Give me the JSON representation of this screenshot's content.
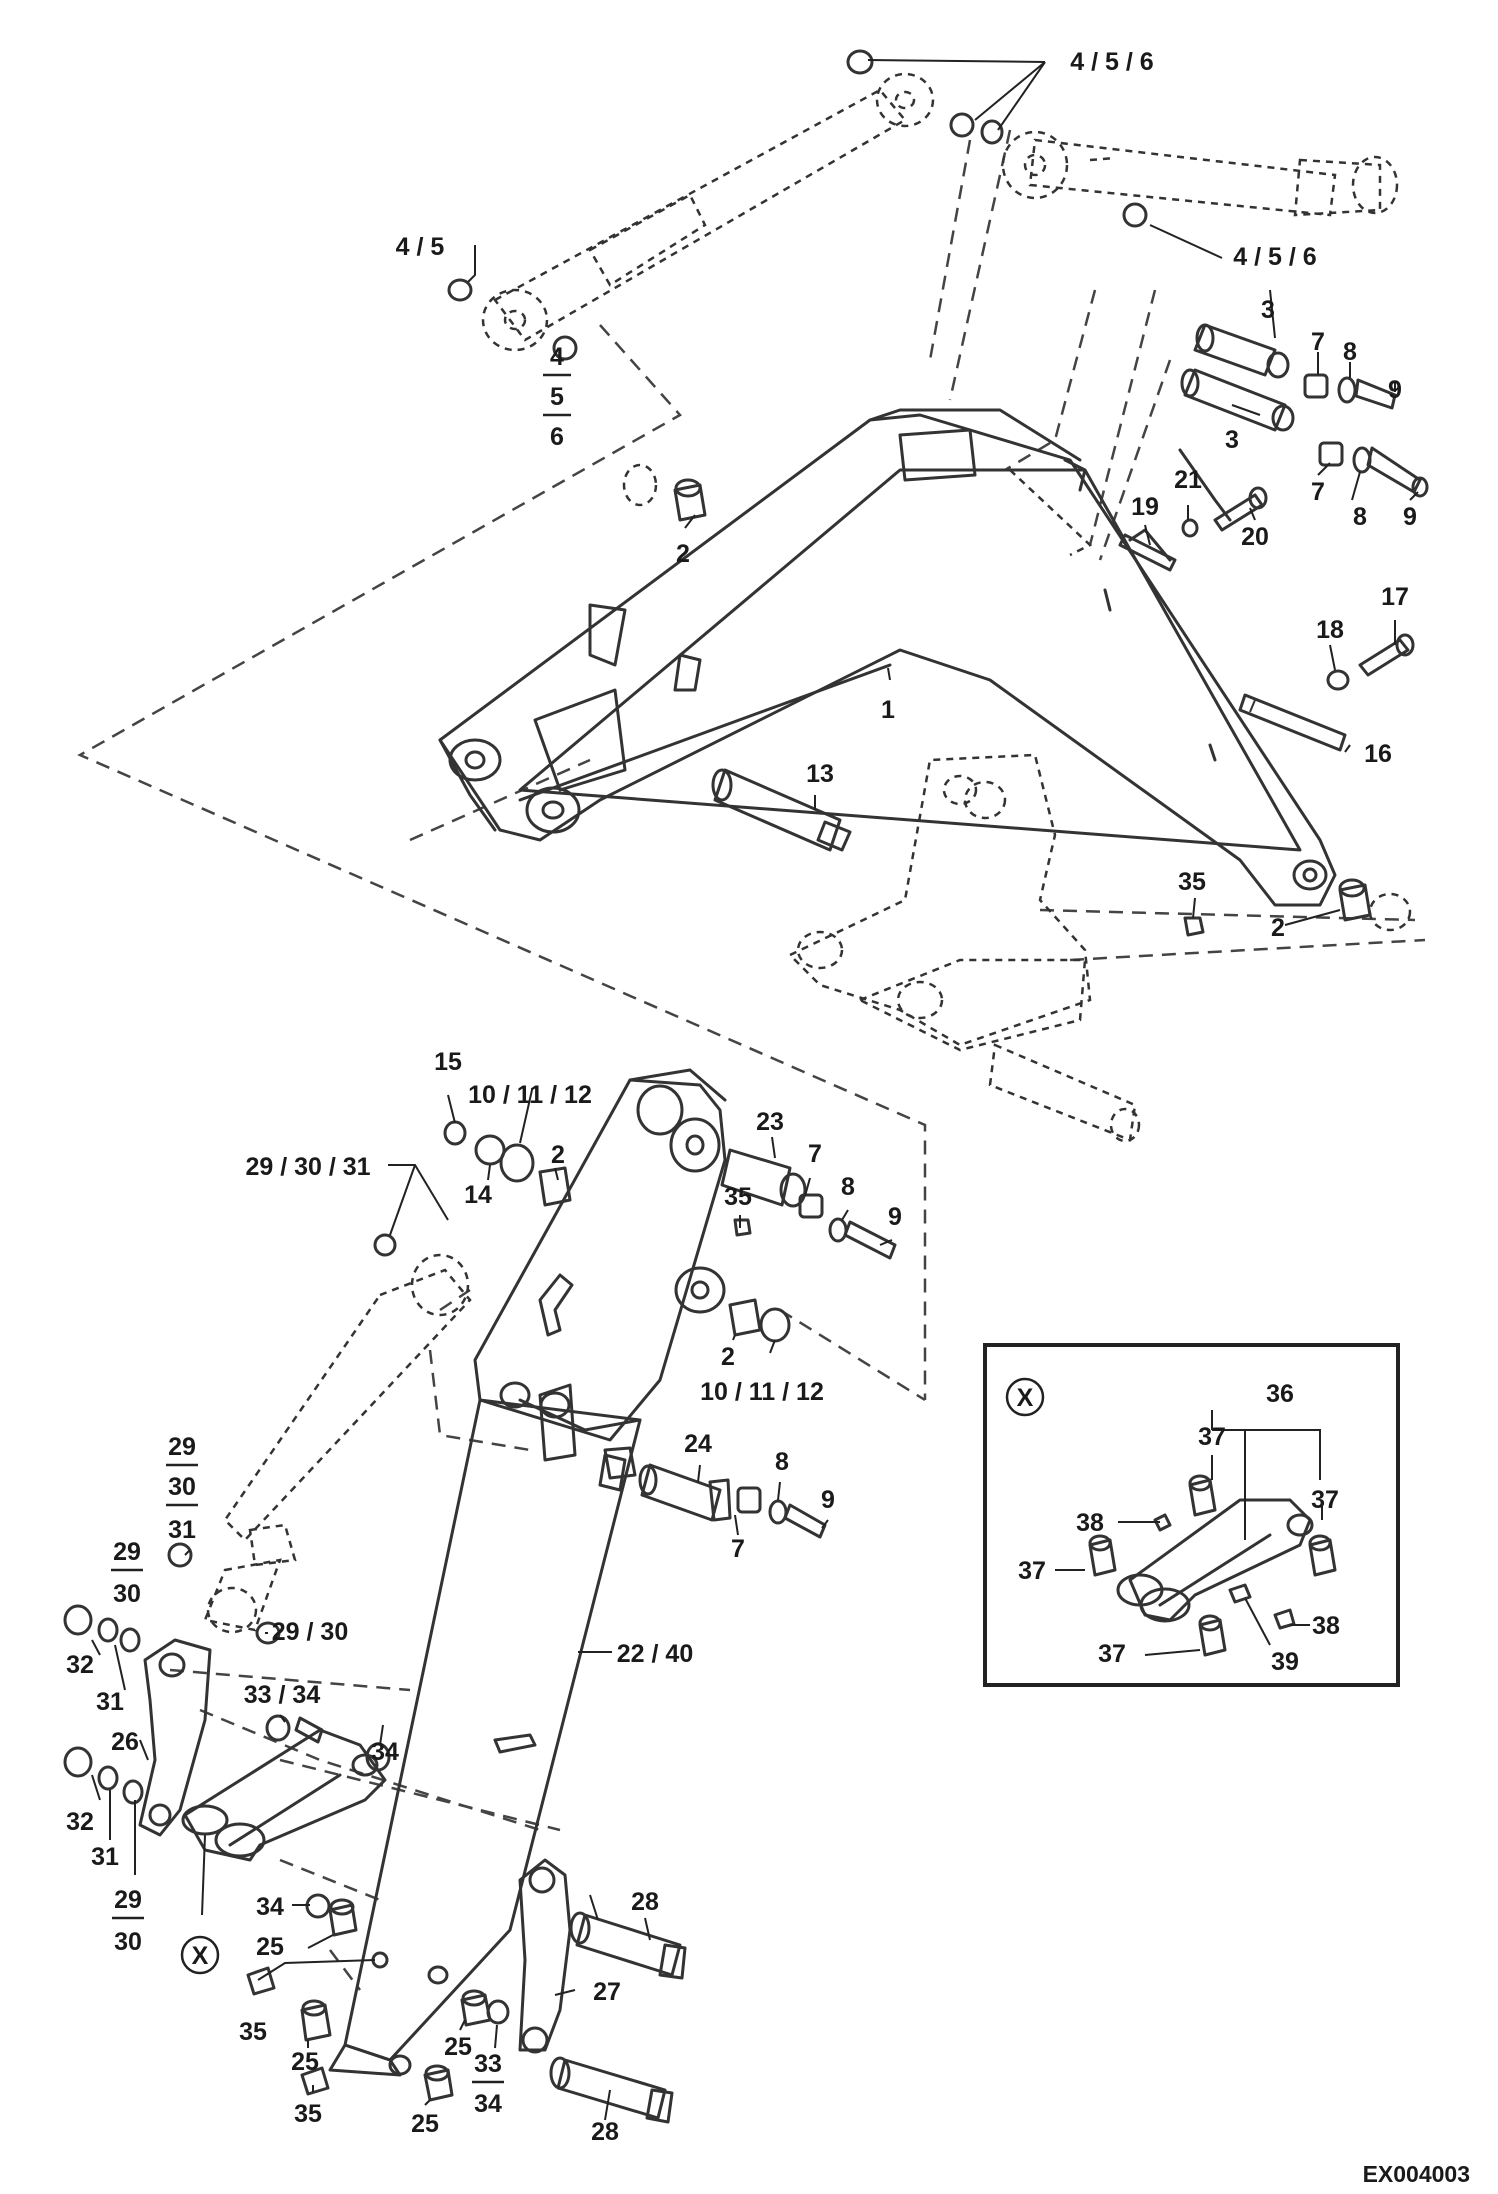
{
  "drawing": {
    "code": "EX004003",
    "detail_marker": "X",
    "callouts": {
      "c_456_top": "4 / 5 / 6",
      "c_456_right": "4 / 5 / 6",
      "c_45": "4 / 5",
      "c_456_stack": [
        "4",
        "5",
        "6"
      ],
      "c_3a": "3",
      "c_3b": "3",
      "c_7a": "7",
      "c_7b": "7",
      "c_8a": "8",
      "c_8b": "8",
      "c_9a": "9",
      "c_9b": "9",
      "c_2a": "2",
      "c_2b": "2",
      "c_1": "1",
      "c_13": "13",
      "c_16": "16",
      "c_17": "17",
      "c_18": "18",
      "c_19": "19",
      "c_20": "20",
      "c_21": "21",
      "c_35a": "35",
      "c_15": "15",
      "c_101112a": "10 / 11 / 12",
      "c_14": "14",
      "c_2c": "2",
      "c_293031": "29 / 30 / 31",
      "c_23": "23",
      "c_35b": "35",
      "c_7c": "7",
      "c_8c": "8",
      "c_9c": "9",
      "c_2d": "2",
      "c_101112b": "10 / 11 / 12",
      "c_24": "24",
      "c_8d": "8",
      "c_9d": "9",
      "c_7d": "7",
      "c_293031_stack": [
        "29",
        "30",
        "31"
      ],
      "c_2930_stack_a": [
        "29",
        "30"
      ],
      "c_2930": "29 / 30",
      "c_32a": "32",
      "c_31a": "31",
      "c_2240": "22 / 40",
      "c_26": "26",
      "c_3334": "33 / 34",
      "c_34a": "34",
      "c_32b": "32",
      "c_31b": "31",
      "c_2930_stack_b": [
        "29",
        "30"
      ],
      "c_34b": "34",
      "c_25a": "25",
      "c_35c": "35",
      "c_28a": "28",
      "c_27": "27",
      "c_25b": "25",
      "c_3334_stack": [
        "33",
        "34"
      ],
      "c_25c": "25",
      "c_35d": "35",
      "c_25d": "25",
      "c_28b": "28"
    },
    "inset": {
      "marker": "X",
      "c_36": "36",
      "c_37a": "37",
      "c_37b": "37",
      "c_37c": "37",
      "c_37d": "37",
      "c_38a": "38",
      "c_38b": "38",
      "c_39": "39"
    }
  }
}
